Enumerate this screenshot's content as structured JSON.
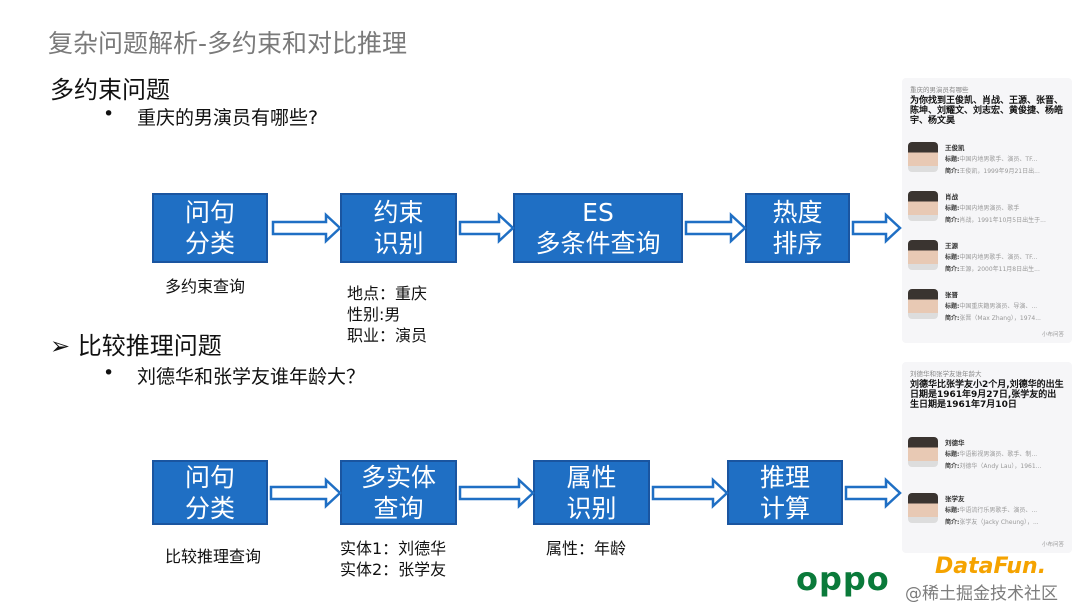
{
  "title": "复杂问题解析-多约束和对比推理",
  "section1": {
    "heading": "多约束问题",
    "bullet": "重庆的男演员有哪些?",
    "steps": [
      "问句\n分类",
      "约束\n识别",
      "ES\n多条件查询",
      "热度\n排序"
    ],
    "label1": "多约束查询",
    "label2": "地点：重庆\n性别:男\n职业：演员"
  },
  "section2": {
    "heading": "比较推理问题",
    "bullet": "刘德华和张学友谁年龄大？",
    "steps": [
      "问句\n分类",
      "多实体\n查询",
      "属性\n识别",
      "推理\n计算"
    ],
    "label1": "比较推理查询",
    "label2": "实体1：刘德华\n实体2：张学友",
    "label3": "属性：年龄"
  },
  "panel1": {
    "query": "重庆的男演员有哪些",
    "answer": "为你找到王俊凯、肖战、王源、张晋、陈坤、刘耀文、刘志宏、黄俊捷、杨皓宇、杨文昊",
    "items": [
      {
        "name": "王俊凯",
        "tag": "中国内地男歌手、演员、TF...",
        "intro": "王俊凯，1999年9月21日出..."
      },
      {
        "name": "肖战",
        "tag": "中国内地男演员、歌手",
        "intro": "肖战，1991年10月5日出生于..."
      },
      {
        "name": "王源",
        "tag": "中国内地男歌手、演员、TF...",
        "intro": "王源，2000年11月8日出生..."
      },
      {
        "name": "张晋",
        "tag": "中国重庆籍男演员、导演、...",
        "intro": "张晋（Max Zhang），1974..."
      }
    ],
    "more": "小布问答"
  },
  "panel2": {
    "query": "刘德华和张学友谁年龄大",
    "answer": "刘德华比张学友小2个月,刘德华的出生日期是1961年9月27日,张学友的出生日期是1961年7月10日",
    "items": [
      {
        "name": "刘德华",
        "tag": "华语影视男演员、歌手、制...",
        "intro": "刘德华（Andy Lau），1961..."
      },
      {
        "name": "张学友",
        "tag": "华语流行乐男歌手、演员、...",
        "intro": "张学友（Jacky Cheung），..."
      }
    ],
    "more": "小布问答"
  },
  "field_tag": "标题:",
  "field_intro": "简介:",
  "logo": {
    "oppo": "oppo",
    "watermark": "@稀土掘金技术社区",
    "datafun": "DataFun."
  },
  "colors": {
    "box": "#1f6fc4",
    "oppo": "#0a7a3a",
    "datafun": "#f5a300"
  }
}
